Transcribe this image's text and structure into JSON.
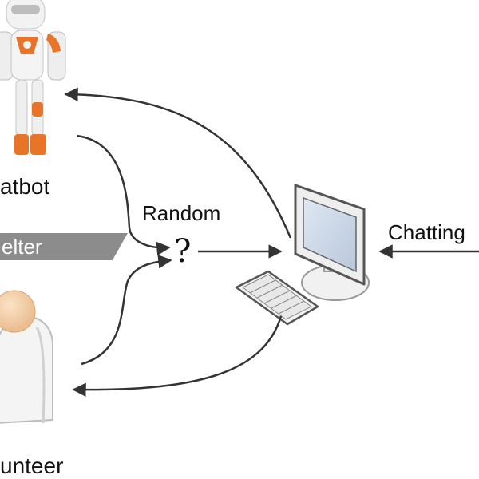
{
  "labels": {
    "chatbot": "atbot",
    "random": "Random",
    "question": "?",
    "shelter": "elter",
    "chatting": "Chatting",
    "volunteer": "unteer"
  },
  "icons": [
    "robot-icon",
    "person-icon",
    "computer-monitor-icon",
    "keyboard-icon"
  ],
  "colors": {
    "robot_accent": "#e8742a",
    "banner": "#8c8c8c",
    "arrows": "#333333"
  }
}
